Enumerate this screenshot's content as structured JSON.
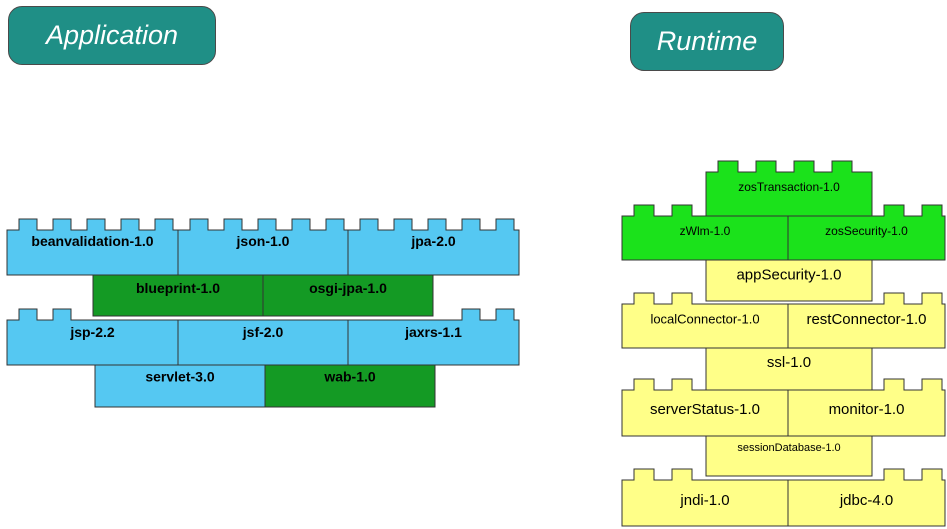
{
  "headings": {
    "application": "Application",
    "runtime": "Runtime"
  },
  "colors": {
    "title_fill": "#1f8f86",
    "app_brick": "#55c8f2",
    "app_green": "#149a24",
    "runtime_green": "#1be21b",
    "runtime_yellow": "#ffff88",
    "outline": "#333333"
  },
  "application_bricks": {
    "row1": [
      "beanvalidation-1.0",
      "json-1.0",
      "jpa-2.0"
    ],
    "row2": [
      "blueprint-1.0",
      "osgi-jpa-1.0"
    ],
    "row3": [
      "jsp-2.2",
      "jsf-2.0",
      "jaxrs-1.1"
    ],
    "row4": [
      "servlet-3.0",
      "wab-1.0"
    ]
  },
  "runtime_bricks": {
    "top": "zosTransaction-1.0",
    "z_row": [
      "zWlm-1.0",
      "zosSecurity-1.0"
    ],
    "app_security": "appSecurity-1.0",
    "connector_row": [
      "localConnector-1.0",
      "restConnector-1.0"
    ],
    "ssl": "ssl-1.0",
    "status_row": [
      "serverStatus-1.0",
      "monitor-1.0"
    ],
    "session": "sessionDatabase-1.0",
    "db_row": [
      "jndi-1.0",
      "jdbc-4.0"
    ]
  }
}
